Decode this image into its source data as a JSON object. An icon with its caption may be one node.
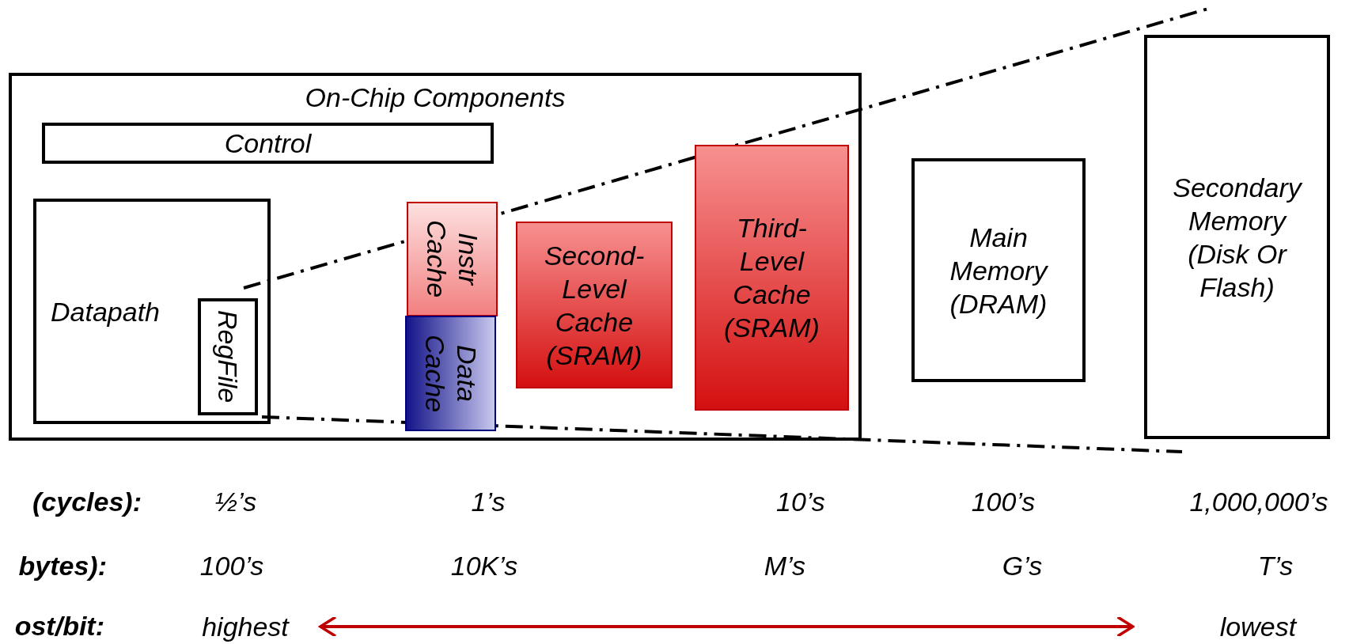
{
  "diagram": {
    "nodes": [
      {
        "text": [
          "On-Chip Components"
        ]
      },
      {
        "text": [
          "Control"
        ],
        "in": 0
      },
      {
        "text": [
          "Datapath"
        ],
        "in": 0
      },
      {
        "text": [
          "RegFile"
        ],
        "in": 2
      },
      {
        "text": [
          "Instr Cache"
        ],
        "in": 0
      },
      {
        "text": [
          "Data Cache"
        ],
        "in": 0
      },
      {
        "text": [
          "Second-Level Cache (SRAM)"
        ],
        "in": 0
      },
      {
        "text": [
          "Third-Level Cache (SRAM)"
        ],
        "in": 0
      },
      {
        "text": [
          "Main Memory (DRAM)"
        ]
      },
      {
        "text": [
          "Secondary Memory (Disk Or Flash)"
        ]
      },
      {
        "text": [
          "highest"
        ]
      },
      {
        "text": [
          "lowest"
        ]
      }
    ],
    "edges": [
      {
        "from": 10,
        "to": 11,
        "arrow": "both",
        "color": "#c00000"
      }
    ],
    "labels": [
      "(cycles):",
      "½’s",
      "1’s",
      "10’s",
      "100’s",
      "1,000,000’s",
      "bytes):",
      "100’s",
      "10K’s",
      "M’s",
      "G’s",
      "T’s",
      "ost/bit:"
    ]
  }
}
